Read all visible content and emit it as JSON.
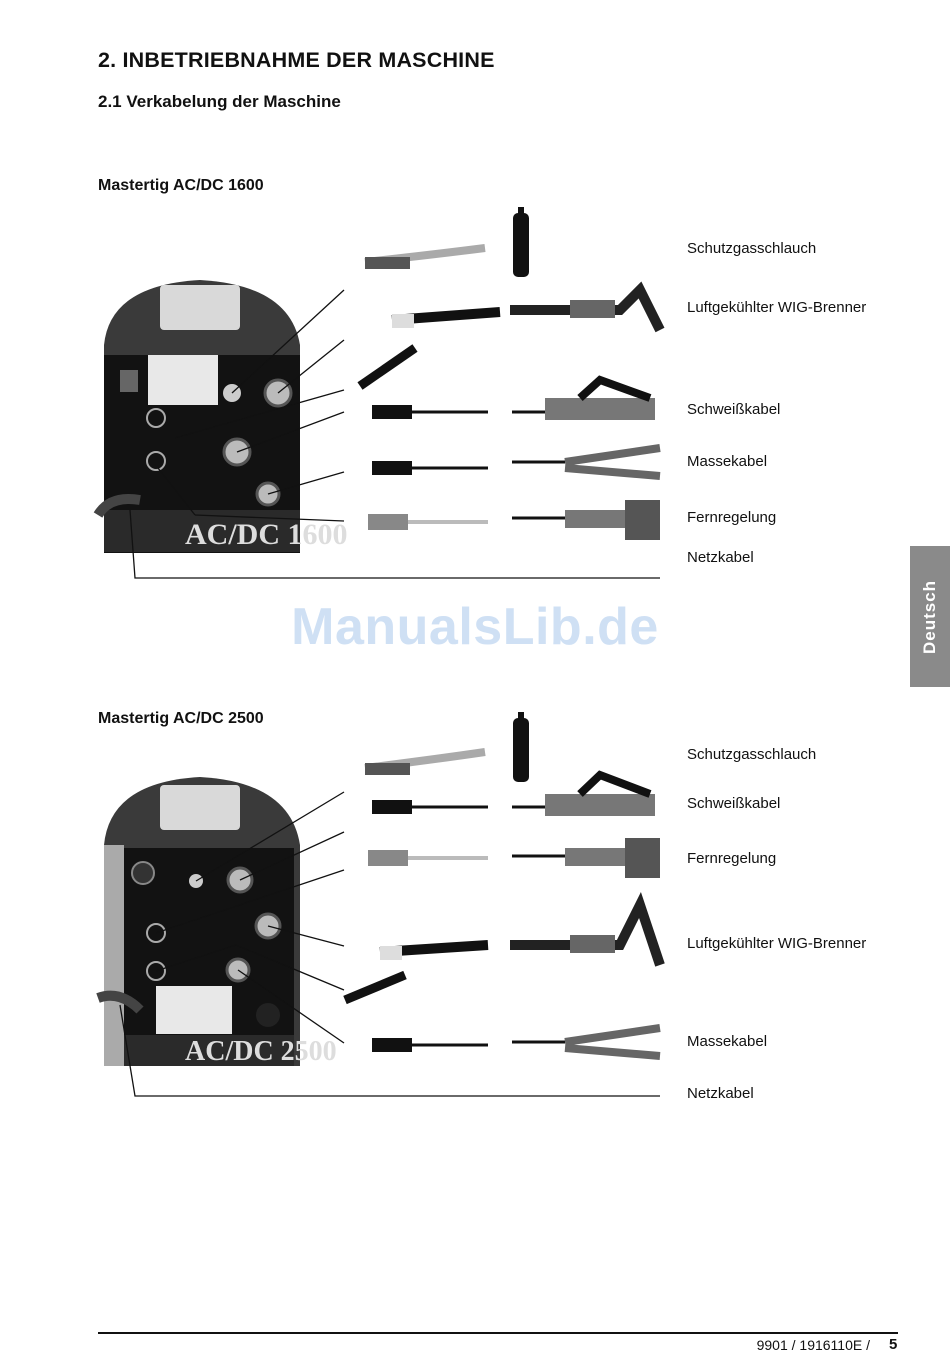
{
  "heading": "2.  INBETRIEBNAHME DER MASCHINE",
  "subheading": "2.1  Verkabelung der Maschine",
  "section1": {
    "title": "Mastertig AC/DC 1600",
    "machine_badge": "AC/DC 1600",
    "labels": [
      "Schutzgasschlauch",
      "Luftgekühlter WIG-Brenner",
      "Schweißkabel",
      "Massekabel",
      "Fernregelung",
      "Netzkabel"
    ]
  },
  "section2": {
    "title": "Mastertig AC/DC 2500",
    "machine_badge": "AC/DC 2500",
    "labels": [
      "Schutzgasschlauch",
      "Schweißkabel",
      "Fernregelung",
      "Luftgekühlter WIG-Brenner",
      "Massekabel",
      "Netzkabel"
    ]
  },
  "watermark": "ManualsLib.de",
  "side_tab": "Deutsch",
  "footer": {
    "doc_number": "9901 / 1916110E /",
    "page_number": "5"
  }
}
